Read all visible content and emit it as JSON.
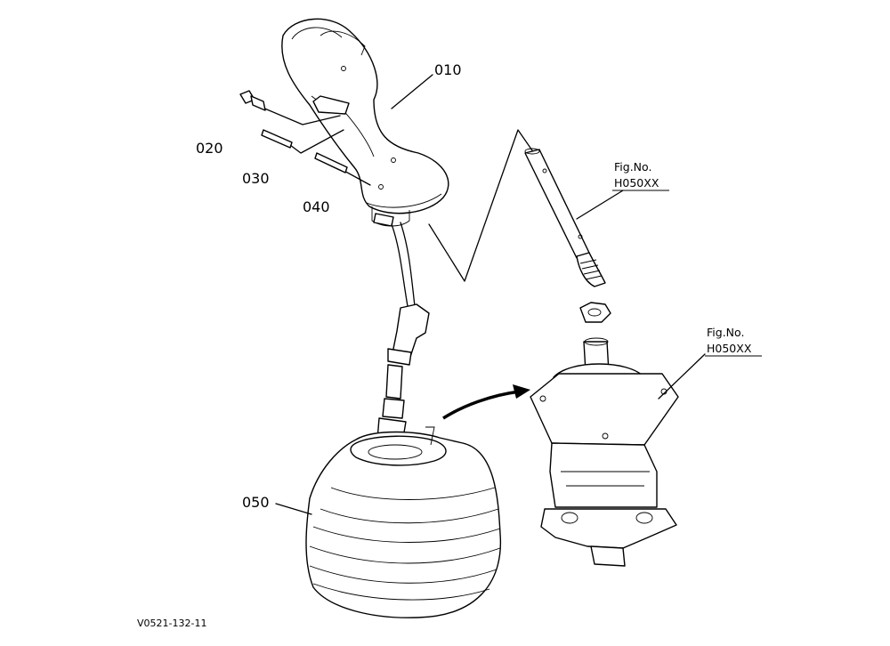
{
  "labels": {
    "p010": "010",
    "p020": "020",
    "p030": "030",
    "p040": "040",
    "p050": "050"
  },
  "fig_refs": [
    {
      "line1": "Fig.No.",
      "line2": "H050XX"
    },
    {
      "line1": "Fig.No.",
      "line2": "H050XX"
    }
  ],
  "drawing_code": "V0521-132-11",
  "colors": {
    "ink": "#000000",
    "paper": "#ffffff"
  }
}
